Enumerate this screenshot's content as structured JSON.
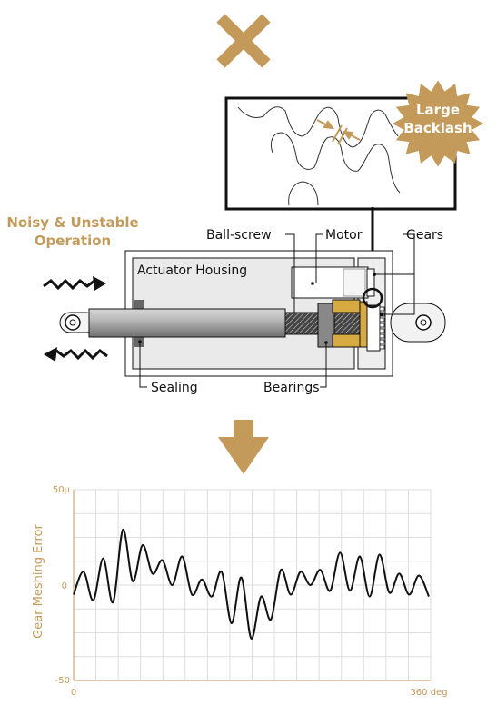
{
  "labels": {
    "large_backlash": [
      "Large",
      "Backlash"
    ],
    "noisy": [
      "Noisy & Unstable",
      "Operation"
    ],
    "ball_screw": "Ball-screw",
    "motor": "Motor",
    "gears": "Gears",
    "actuator_housing": "Actuator Housing",
    "sealing": "Sealing",
    "bearings": "Bearings"
  },
  "icons": {
    "top": "cross-icon",
    "middle": "down-arrow-icon",
    "left_top": "zigzag-arrow-right-icon",
    "left_bottom": "zigzag-arrow-left-icon"
  },
  "colors": {
    "accent": "#c49a5a",
    "bearing": "#d7a941",
    "housing": "#eaeaea",
    "line": "#111111"
  },
  "chart_data": {
    "type": "line",
    "title": "",
    "xlabel": "",
    "ylabel": "Gear Meshing Error",
    "xlim": [
      0,
      360
    ],
    "ylim": [
      -50,
      50
    ],
    "x_tick_labels": [
      "0",
      "360 deg"
    ],
    "y_tick_labels": [
      "50μ",
      "0",
      "-50"
    ],
    "grid": true,
    "series": [
      {
        "x": [
          0,
          10,
          20,
          30,
          40,
          50,
          60,
          70,
          80,
          90,
          100,
          110,
          120,
          130,
          140,
          150,
          160,
          170,
          180,
          190,
          200,
          210,
          220,
          230,
          240,
          250,
          260,
          270,
          280,
          290,
          300,
          310,
          320,
          330,
          340,
          350,
          360
        ],
        "values": [
          -5,
          7,
          -8,
          14,
          -9,
          29,
          2,
          21,
          6,
          13,
          0,
          15,
          -5,
          3,
          -6,
          7,
          -20,
          4,
          -28,
          -6,
          -18,
          8,
          -5,
          7,
          0,
          8,
          -3,
          17,
          -3,
          15,
          -6,
          16,
          -4,
          6,
          -5,
          5,
          -6
        ]
      }
    ]
  }
}
